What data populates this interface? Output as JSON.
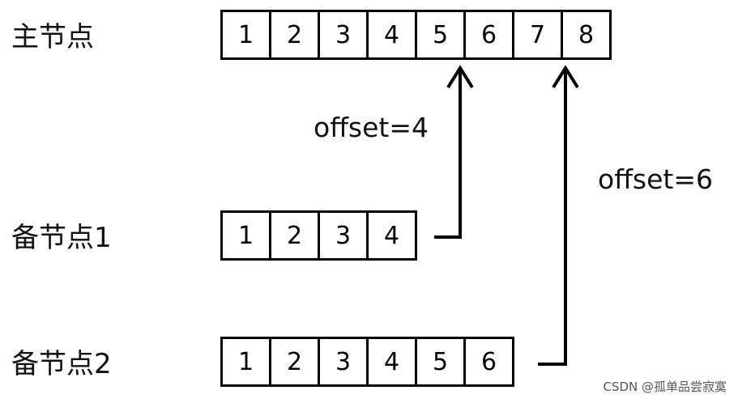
{
  "nodes": {
    "primary": {
      "label": "主节点",
      "cells": [
        "1",
        "2",
        "3",
        "4",
        "5",
        "6",
        "7",
        "8"
      ]
    },
    "backup1": {
      "label": "备节点1",
      "cells": [
        "1",
        "2",
        "3",
        "4"
      ]
    },
    "backup2": {
      "label": "备节点2",
      "cells": [
        "1",
        "2",
        "3",
        "4",
        "5",
        "6"
      ]
    }
  },
  "arrows": {
    "backup1_offset": "offset=4",
    "backup2_offset": "offset=6"
  },
  "watermark": "CSDN @孤单品尝寂寞"
}
